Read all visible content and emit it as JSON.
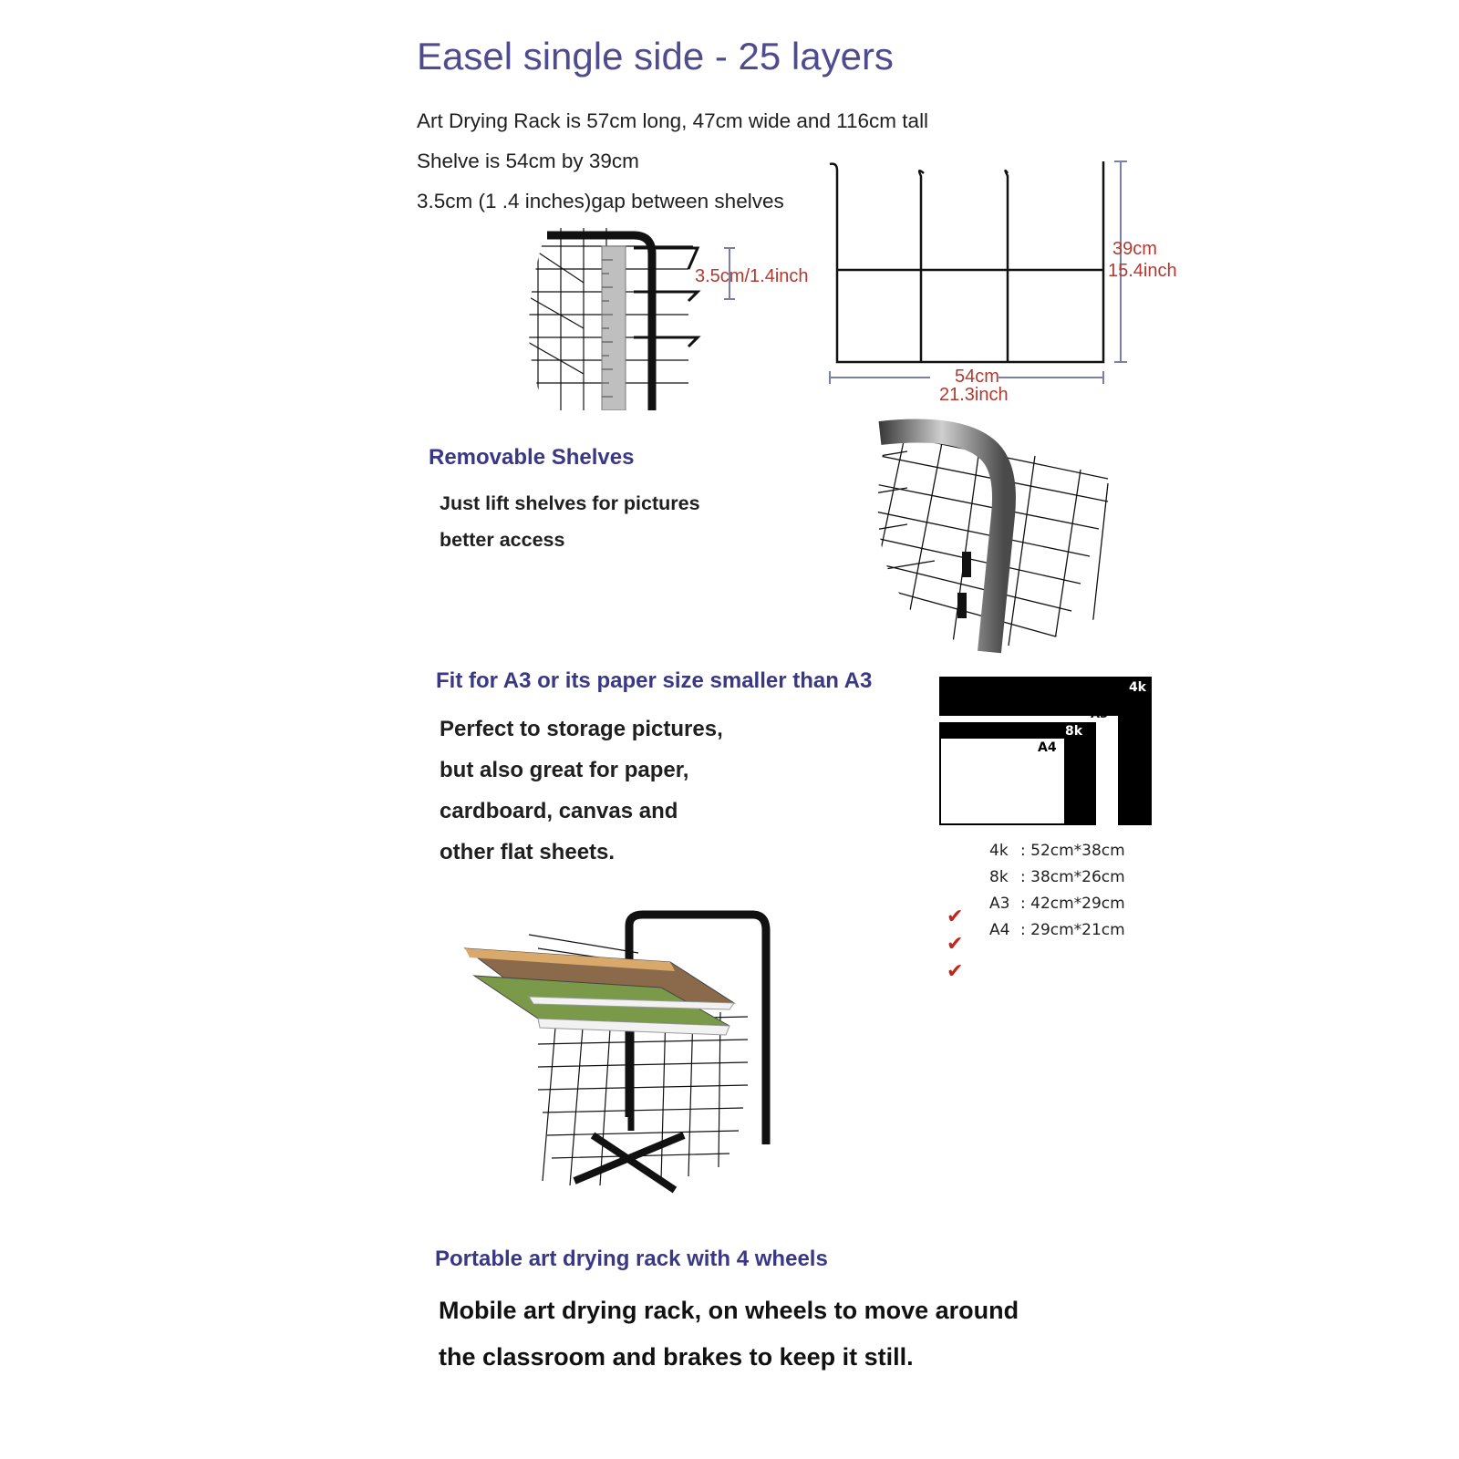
{
  "title": "Easel single side - 25 layers",
  "specs": [
    "Art Drying Rack is 57cm long, 47cm wide and 116cm tall",
    "Shelve is 54cm by 39cm",
    "3.5cm (1 .4 inches)gap between shelves"
  ],
  "gap_label": "3.5cm/1.4inch",
  "shelf_diagram": {
    "height_cm": "39cm",
    "height_in": "15.4inch",
    "width_cm": "54cm",
    "width_in": "21.3inch"
  },
  "removable": {
    "heading": "Removable Shelves",
    "lines": [
      "Just lift shelves for pictures",
      "better access"
    ]
  },
  "fit": {
    "heading": "Fit for A3 or its paper size smaller than A3",
    "lines": [
      "Perfect to storage pictures,",
      "but also great for paper,",
      "cardboard, canvas and",
      "other flat sheets."
    ],
    "paper_labels": {
      "k4": "4k",
      "a3": "A3",
      "k8": "8k",
      "a4": "A4"
    },
    "sizes": [
      {
        "name": "4k",
        "dims": ": 52cm*38cm"
      },
      {
        "name": "8k",
        "dims": ": 38cm*26cm"
      },
      {
        "name": "A3",
        "dims": ": 42cm*29cm"
      },
      {
        "name": "A4",
        "dims": ": 29cm*21cm"
      }
    ],
    "check_symbol": "✔"
  },
  "portable": {
    "heading": "Portable art drying rack with 4 wheels",
    "lines": [
      "Mobile art drying rack, on wheels to move around",
      "the classroom and brakes to keep it still."
    ]
  },
  "colors": {
    "title": "#4e4b8f",
    "heading": "#3a3784",
    "dimension": "#b03a30",
    "check": "#c0261b",
    "line": "#7a7fa8"
  }
}
